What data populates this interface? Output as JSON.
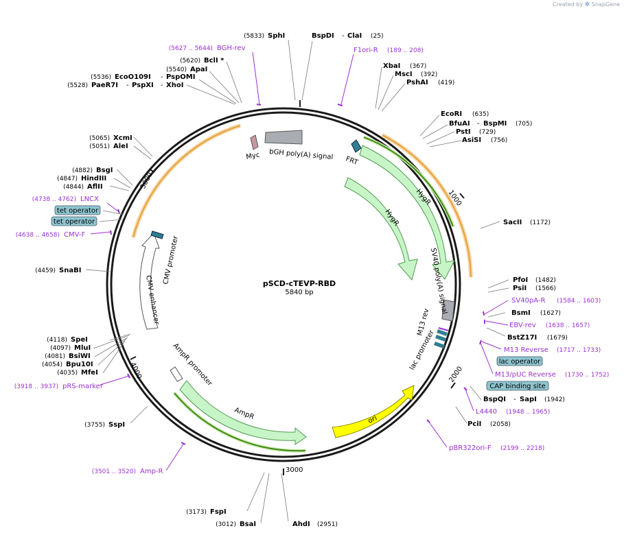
{
  "credit": {
    "prefix": "Created by",
    "brand": "SnapGene"
  },
  "plasmid": {
    "name": "pSCD-cTEVP-RBD",
    "length": "5840 bp"
  },
  "ticks": [
    "1000",
    "2000",
    "3000",
    "4000",
    "5000"
  ],
  "sites": [
    {
      "name": "SphI",
      "pos": "(5833)"
    },
    {
      "name": "BspDI",
      "pos": ""
    },
    {
      "name": "ClaI",
      "pos": "(25)"
    },
    {
      "name": "BclI *",
      "pos": "(5620)"
    },
    {
      "name": "ApaI",
      "pos": "(5540)"
    },
    {
      "name": "EcoO109I",
      "pos": "(5536)"
    },
    {
      "name": "PspOMI",
      "pos": ""
    },
    {
      "name": "PaeR7I",
      "pos": "(5528)"
    },
    {
      "name": "PspXI",
      "pos": ""
    },
    {
      "name": "XhoI",
      "pos": ""
    },
    {
      "name": "XbaI",
      "pos": "(367)"
    },
    {
      "name": "MscI",
      "pos": "(392)"
    },
    {
      "name": "PshAI",
      "pos": "(419)"
    },
    {
      "name": "EcoRI",
      "pos": "(635)"
    },
    {
      "name": "BfuAI",
      "pos": ""
    },
    {
      "name": "BspMI",
      "pos": "(705)"
    },
    {
      "name": "PstI",
      "pos": "(729)"
    },
    {
      "name": "AsiSI",
      "pos": "(756)"
    },
    {
      "name": "XcmI",
      "pos": "(5065)"
    },
    {
      "name": "AleI",
      "pos": "(5051)"
    },
    {
      "name": "BsgI",
      "pos": "(4882)"
    },
    {
      "name": "HindIII",
      "pos": "(4847)"
    },
    {
      "name": "AflII",
      "pos": "(4844)"
    },
    {
      "name": "SacII",
      "pos": "(1172)"
    },
    {
      "name": "SnaBI",
      "pos": "(4459)"
    },
    {
      "name": "PfoI",
      "pos": "(1482)"
    },
    {
      "name": "PsiI",
      "pos": "(1566)"
    },
    {
      "name": "BsmI",
      "pos": "(1627)"
    },
    {
      "name": "BstZ17I",
      "pos": "(1679)"
    },
    {
      "name": "SpeI",
      "pos": "(4118)"
    },
    {
      "name": "MluI",
      "pos": "(4097)"
    },
    {
      "name": "BsiWI",
      "pos": "(4081)"
    },
    {
      "name": "Bpu10I",
      "pos": "(4054)"
    },
    {
      "name": "MfeI",
      "pos": "(4035)"
    },
    {
      "name": "BspQI",
      "pos": ""
    },
    {
      "name": "SapI",
      "pos": "(1942)"
    },
    {
      "name": "SspI",
      "pos": "(3755)"
    },
    {
      "name": "PciI",
      "pos": "(2058)"
    },
    {
      "name": "FspI",
      "pos": "(3173)"
    },
    {
      "name": "BsaI",
      "pos": "(3012)"
    },
    {
      "name": "AhdI",
      "pos": "(2951)"
    }
  ],
  "primers": [
    {
      "name": "BGH-rev",
      "range": "(5627 .. 5644)"
    },
    {
      "name": "F1ori-R",
      "range": "(189 .. 208)"
    },
    {
      "name": "LNCX",
      "range": "(4738 .. 4762)"
    },
    {
      "name": "CMV-F",
      "range": "(4638 .. 4658)"
    },
    {
      "name": "SV40pA-R",
      "range": "(1584 .. 1603)"
    },
    {
      "name": "EBV-rev",
      "range": "(1638 .. 1657)"
    },
    {
      "name": "M13 Reverse",
      "range": "(1717 .. 1733)"
    },
    {
      "name": "M13/pUC Reverse",
      "range": "(1730 .. 1752)"
    },
    {
      "name": "pRS-marker",
      "range": "(3918 .. 3937)"
    },
    {
      "name": "L4440",
      "range": "(1948 .. 1965)"
    },
    {
      "name": "pBR322ori-F",
      "range": "(2199 .. 2218)"
    },
    {
      "name": "Amp-R",
      "range": "(3501 .. 3520)"
    }
  ],
  "boxed": [
    "tet operator",
    "tet operator",
    "lac operator",
    "CAP binding site"
  ],
  "features": [
    "bGH poly(A) signal",
    "Myc",
    "FRT",
    "HygR",
    "HygR",
    "SV40 poly(A) signal",
    "M13 rev",
    "lac promoter",
    "ori",
    "AmpR",
    "AmpR promoter",
    "CMV enhancer",
    "CMV promoter"
  ],
  "colors": {
    "backbone": "#1a1a1a",
    "primer": "#9a2fd3",
    "hyg_fill": "#c8f5c8",
    "hyg_stroke": "#4c9a4c",
    "ori_fill": "#ffff00",
    "ori_stroke": "#8a8a00",
    "orange_arc": "#e8a03a",
    "green_arc": "#3f8a0f",
    "gray_feature": "#a9adb3",
    "teal_feature": "#2f7f8f",
    "box_fill": "#8ec5cf"
  }
}
